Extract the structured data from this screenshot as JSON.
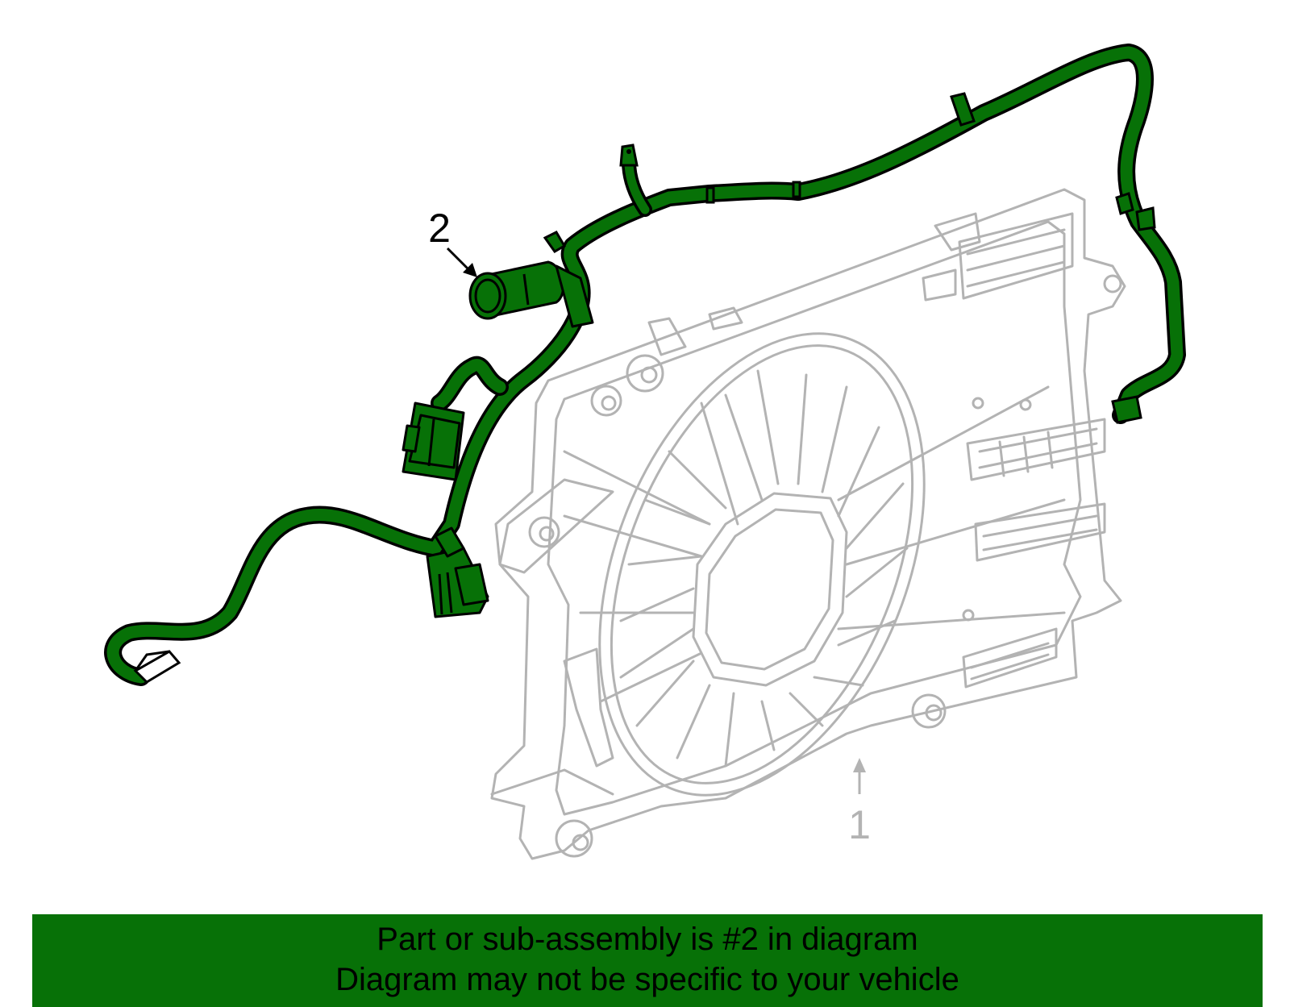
{
  "diagram": {
    "callouts": [
      {
        "label": "1",
        "part": "fan-shroud-assembly"
      },
      {
        "label": "2",
        "part": "wiring-harness"
      }
    ],
    "colors": {
      "highlight": "#077107",
      "outline": "#000000",
      "background_part": "#b3b3b3"
    }
  },
  "banner": {
    "line1": "Part or sub-assembly is #2 in diagram",
    "line2": "Diagram may not be specific to your vehicle",
    "background": "#077107"
  }
}
